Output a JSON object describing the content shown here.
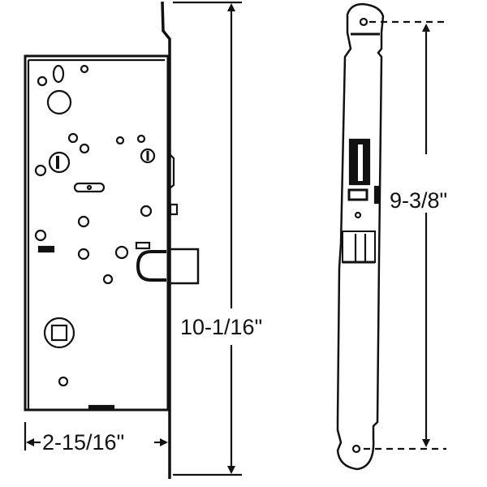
{
  "dimensions": {
    "lock_body_height": "10-1/16\"",
    "faceplate_length": "9-3/8\"",
    "lock_body_width": "2-15/16\""
  },
  "colors": {
    "line": "#111111",
    "background": "#ffffff"
  }
}
